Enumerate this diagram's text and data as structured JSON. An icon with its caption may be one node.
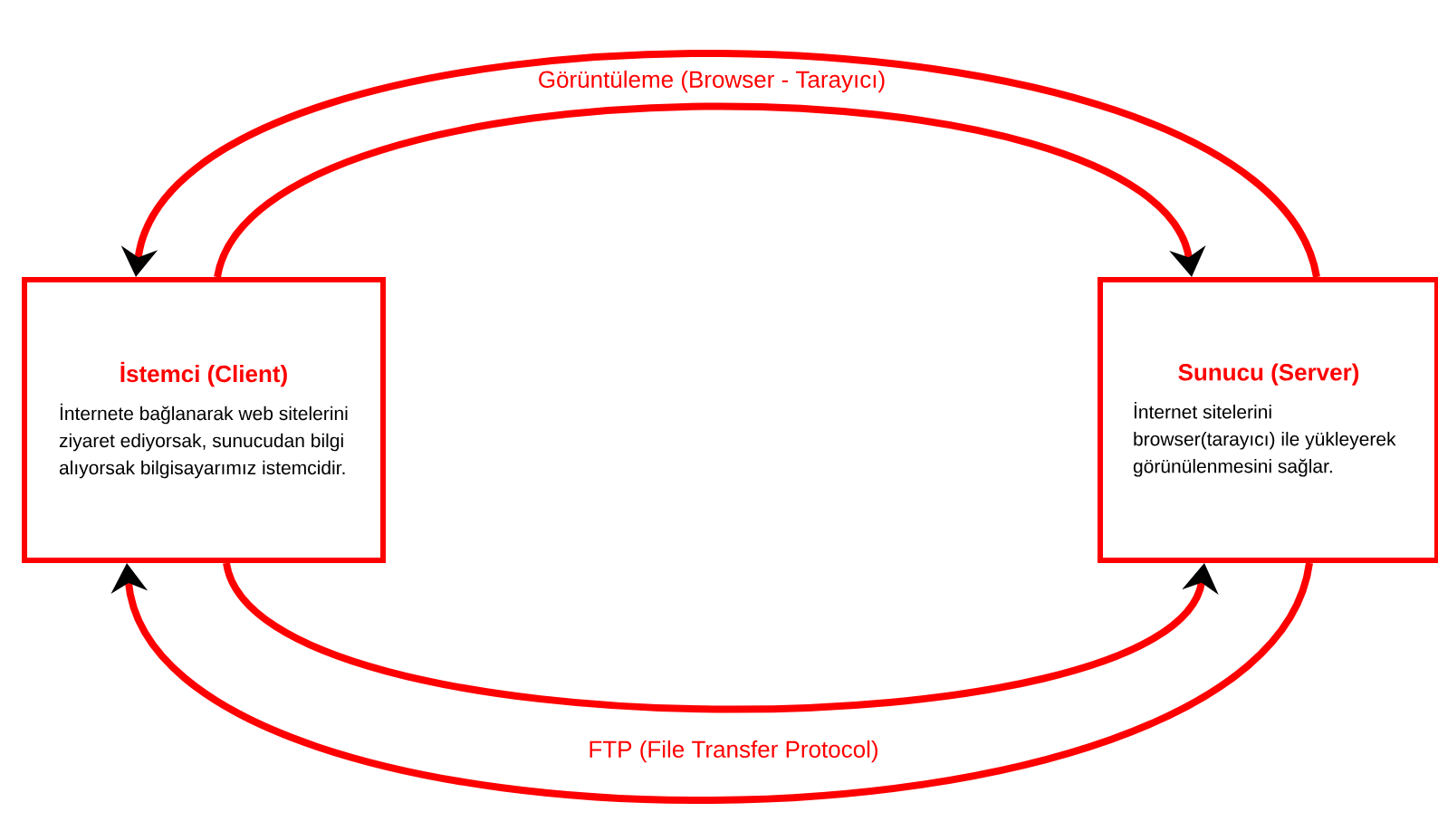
{
  "diagram": {
    "nodes": [
      {
        "text": [
          "İstemci (Client)",
          "İnternete bağlanarak web sitelerini ziyaret ediyorsak, sunucudan bilgi alıyorsak bilgisayarımız istemcidir."
        ]
      },
      {
        "text": [
          "Sunucu (Server)",
          "İnternet sitelerini browser(tarayıcı) ile yükleyerek görünülenmesini sağlar."
        ]
      }
    ],
    "edges": [
      {
        "from": 1,
        "to": 0,
        "arrow": "to"
      },
      {
        "from": 0,
        "to": 1,
        "arrow": "to"
      },
      {
        "from": 1,
        "to": 0,
        "arrow": "to"
      },
      {
        "from": 0,
        "to": 1,
        "arrow": "to"
      }
    ],
    "labels": [
      "Görüntüleme (Browser - Tarayıcı)",
      "FTP (File Transfer Protocol)"
    ]
  }
}
